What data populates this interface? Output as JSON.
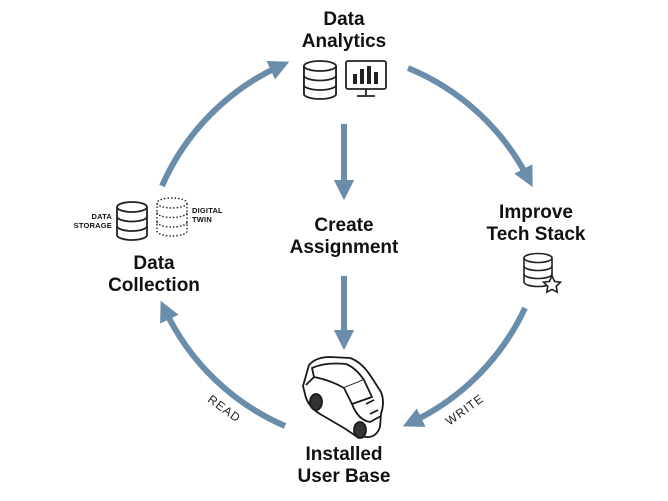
{
  "nodes": {
    "data_analytics": {
      "line1": "Data",
      "line2": "Analytics"
    },
    "improve_tech_stack": {
      "line1": "Improve",
      "line2": "Tech Stack"
    },
    "installed_user_base": {
      "line1": "Installed",
      "line2": "User Base"
    },
    "data_collection": {
      "line1": "Data",
      "line2": "Collection"
    },
    "create_assignment": {
      "line1": "Create",
      "line2": "Assignment"
    }
  },
  "data_storage": {
    "line1": "DATA",
    "line2": "STORAGE"
  },
  "digital_twin": {
    "line1": "DIGITAL",
    "line2": "TWIN"
  },
  "edge_labels": {
    "read": "READ",
    "write": "WRITE"
  },
  "icons": [
    "database-icon",
    "monitor-chart-icon",
    "digital-twin-icon",
    "database-star-icon",
    "car-icon"
  ],
  "colors": {
    "arrow": "#6a8dab",
    "text": "#111111",
    "icon_stroke": "#222222"
  }
}
